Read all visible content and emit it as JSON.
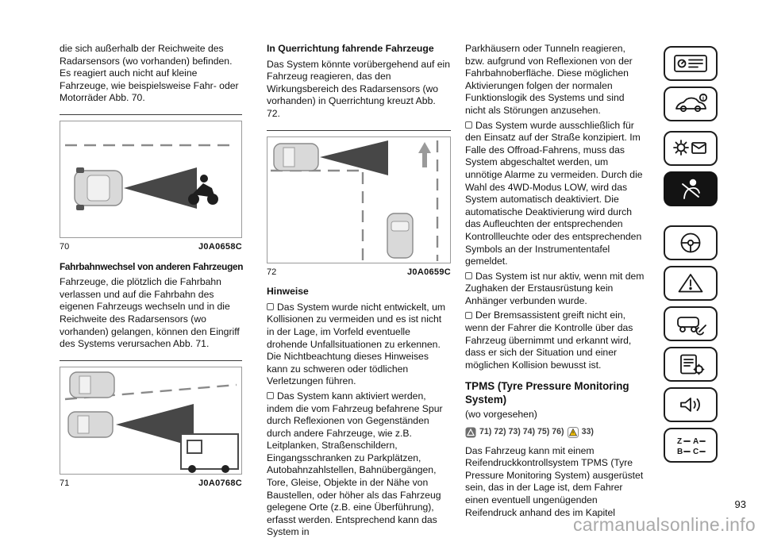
{
  "page": {
    "number": "93",
    "watermark": "carmanualsonline.info"
  },
  "left": {
    "para1": "die sich außerhalb der Reichweite des Radarsensors (wo vorhanden) befinden. Es reagiert auch nicht auf kleine Fahrzeuge, wie beispielsweise Fahr- oder Motorräder Abb. 70.",
    "figure70": {
      "number": "70",
      "code": "J0A0658C"
    },
    "heading": "Fahrbahnwechsel von anderen Fahrzeugen",
    "para2": "Fahrzeuge, die plötzlich die Fahrbahn verlassen und auf die Fahrbahn des eigenen Fahrzeugs wechseln und in die Reichweite des Radarsensors (wo vorhanden) gelangen, können den Eingriff des Systems verursachen Abb. 71.",
    "figure71": {
      "number": "71",
      "code": "J0A0768C"
    }
  },
  "middle": {
    "heading": "In Querrichtung fahrende Fahrzeuge",
    "para1": "Das System könnte vorübergehend auf ein Fahrzeug reagieren, das den Wirkungsbereich des Radarsensors (wo vorhanden) in Querrichtung kreuzt Abb. 72.",
    "figure72": {
      "number": "72",
      "code": "J0A0659C"
    },
    "notes_heading": "Hinweise",
    "bullets": [
      "Das System wurde nicht entwickelt, um Kollisionen zu vermeiden und es ist nicht in der Lage, im Vorfeld eventuelle drohende Unfallsituationen zu erkennen. Die Nichtbeachtung dieses Hinweises kann zu schweren oder tödlichen Verletzungen führen.",
      "Das System kann aktiviert werden, indem die vom Fahrzeug befahrene Spur durch Reflexionen von Gegenständen durch andere Fahrzeuge, wie z.B. Leitplanken, Straßenschildern, Eingangsschranken zu Parkplätzen, Autobahnzahlstellen, Bahnübergängen, Tore, Gleise, Objekte in der Nähe von Baustellen, oder höher als das Fahrzeug gelegene Orte (z.B. eine Überführung), erfasst werden. Entsprechend kann das System in"
    ]
  },
  "right": {
    "para1": "Parkhäusern oder Tunneln reagieren, bzw. aufgrund von Reflexionen von der Fahrbahnoberfläche. Diese möglichen Aktivierungen folgen der normalen Funktionslogik des Systems und sind nicht als Störungen anzusehen.",
    "bullets": [
      "Das System wurde ausschließlich für den Einsatz auf der Straße konzipiert. Im Falle des Offroad-Fahrens, muss das System abgeschaltet werden, um unnötige Alarme zu vermeiden. Durch die Wahl des 4WD-Modus LOW, wird das System automatisch deaktiviert. Die automatische Deaktivierung wird durch das Aufleuchten der entsprechenden Kontrollleuchte oder des entsprechenden Symbols an der Instrumententafel gemeldet.",
      "Das System ist nur aktiv, wenn mit dem Zughaken der Erstausrüstung kein Anhänger verbunden wurde.",
      "Der Bremsassistent greift nicht ein, wenn der Fahrer die Kontrolle über das Fahrzeug übernimmt und erkannt wird, dass er sich der Situation und einer möglichen Kollision bewusst ist."
    ],
    "tpms_heading": "TPMS (Tyre Pressure Monitoring System)",
    "tpms_sub": "(wo vorgesehen)",
    "footnote_numbers": "71) 72) 73) 74) 75) 76)",
    "footnote_extra": "33)",
    "para2": "Das Fahrzeug kann mit einem Reifendruckkontrollsystem TPMS (Tyre Pressure Monitoring System) ausgerüstet sein, das in der Lage ist, dem Fahrer einen eventuell ungenügenden Reifendruck anhand des im Kapitel"
  },
  "sidebar": {
    "active_index": 3,
    "tabs": [
      {
        "icon": "dashboard-view-icon"
      },
      {
        "icon": "car-info-icon"
      },
      {
        "icon": "lights-messages-icon"
      },
      {
        "icon": "safety-belt-icon"
      },
      {
        "icon": "steering-wheel-icon"
      },
      {
        "icon": "warning-lamp-icon"
      },
      {
        "icon": "car-service-icon"
      },
      {
        "icon": "documents-gear-icon"
      },
      {
        "icon": "multimedia-icon"
      },
      {
        "icon": "index-letters-icon"
      }
    ]
  },
  "colors": {
    "active_tab_bg": "#131313",
    "radar_cone": "#474747",
    "watermark_gray": "#a9a9a9"
  }
}
